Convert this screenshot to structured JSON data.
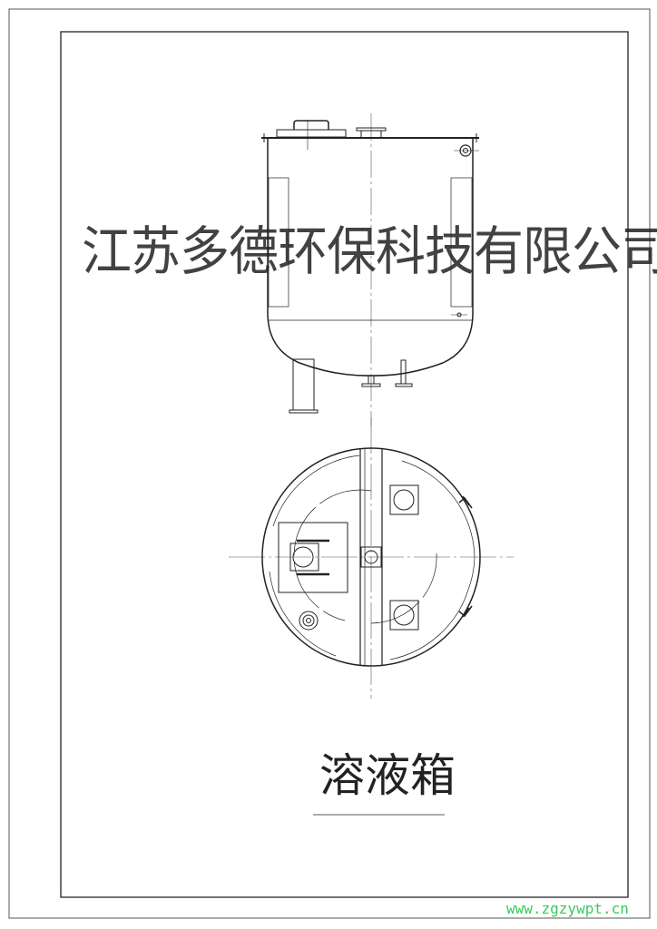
{
  "drawing": {
    "company_name": "江苏多德环保科技有限公司",
    "title": "溶液箱",
    "watermark": "www.zgzywpt.cn",
    "colors": {
      "line": "#222222",
      "watermark": "#3cc85a"
    }
  }
}
